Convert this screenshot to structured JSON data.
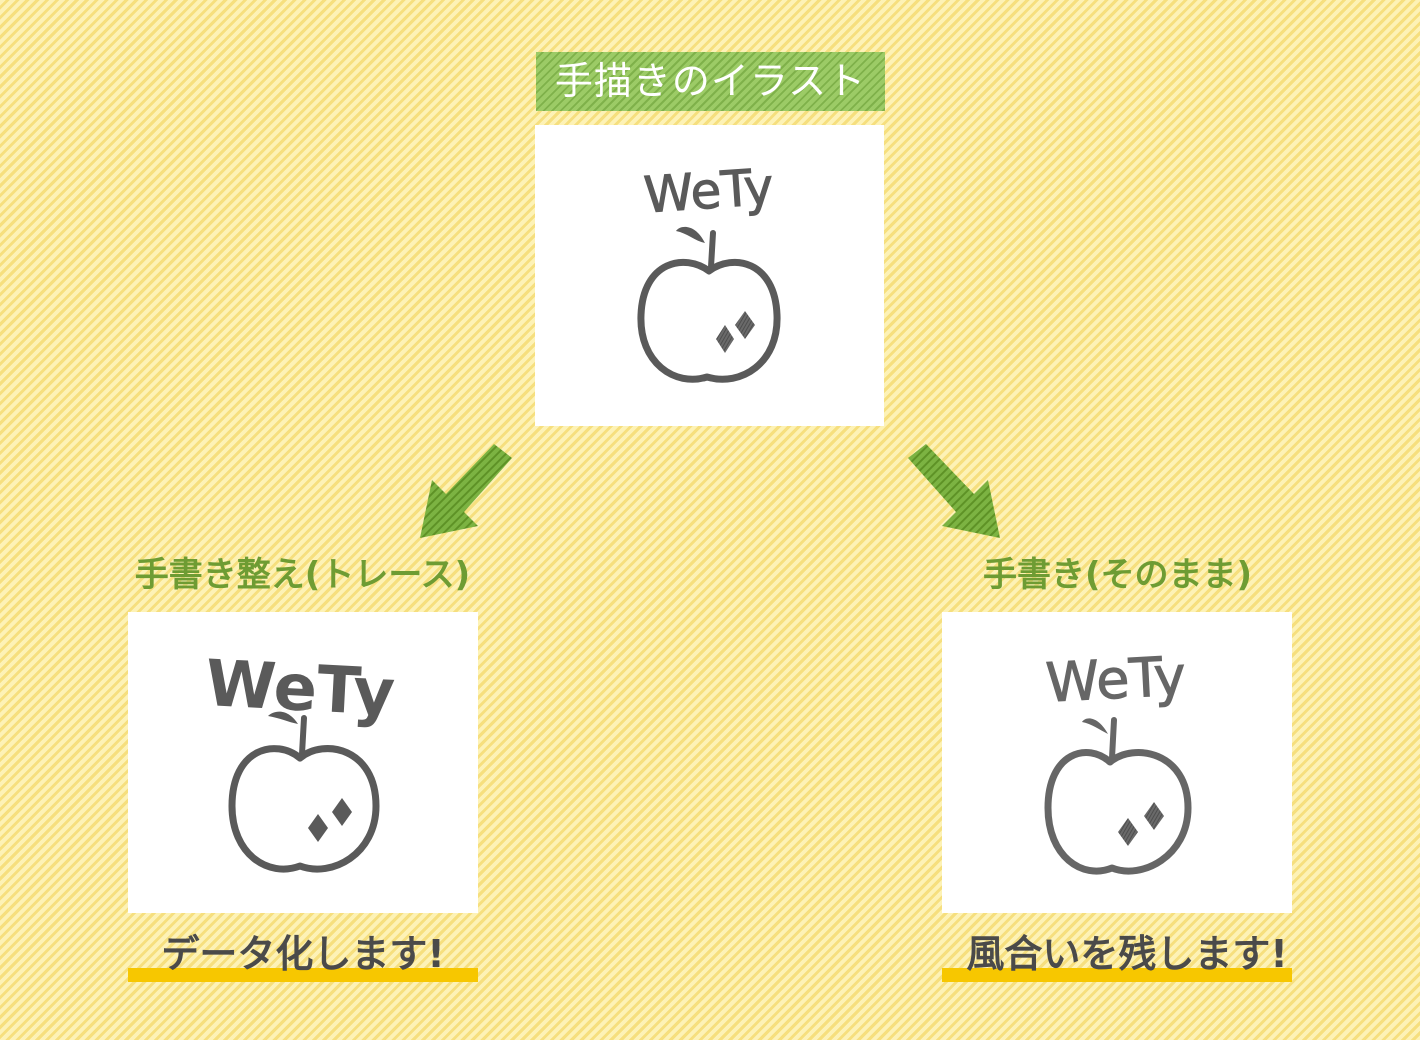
{
  "source": {
    "label": "手描きのイラスト",
    "logo_text": "WeTy"
  },
  "branches": [
    {
      "label": "手書き整え(トレース)",
      "logo_text": "WeTy",
      "caption": "データ化します!"
    },
    {
      "label": "手書き(そのまま)",
      "logo_text": "WeTy",
      "caption": "風合いを残します!"
    }
  ],
  "colors": {
    "background": "#fcec9c",
    "accent_green": "#8fbf5a",
    "arrow_green": "#6aa234",
    "underline_yellow": "#f7c700",
    "ink": "#555555"
  }
}
